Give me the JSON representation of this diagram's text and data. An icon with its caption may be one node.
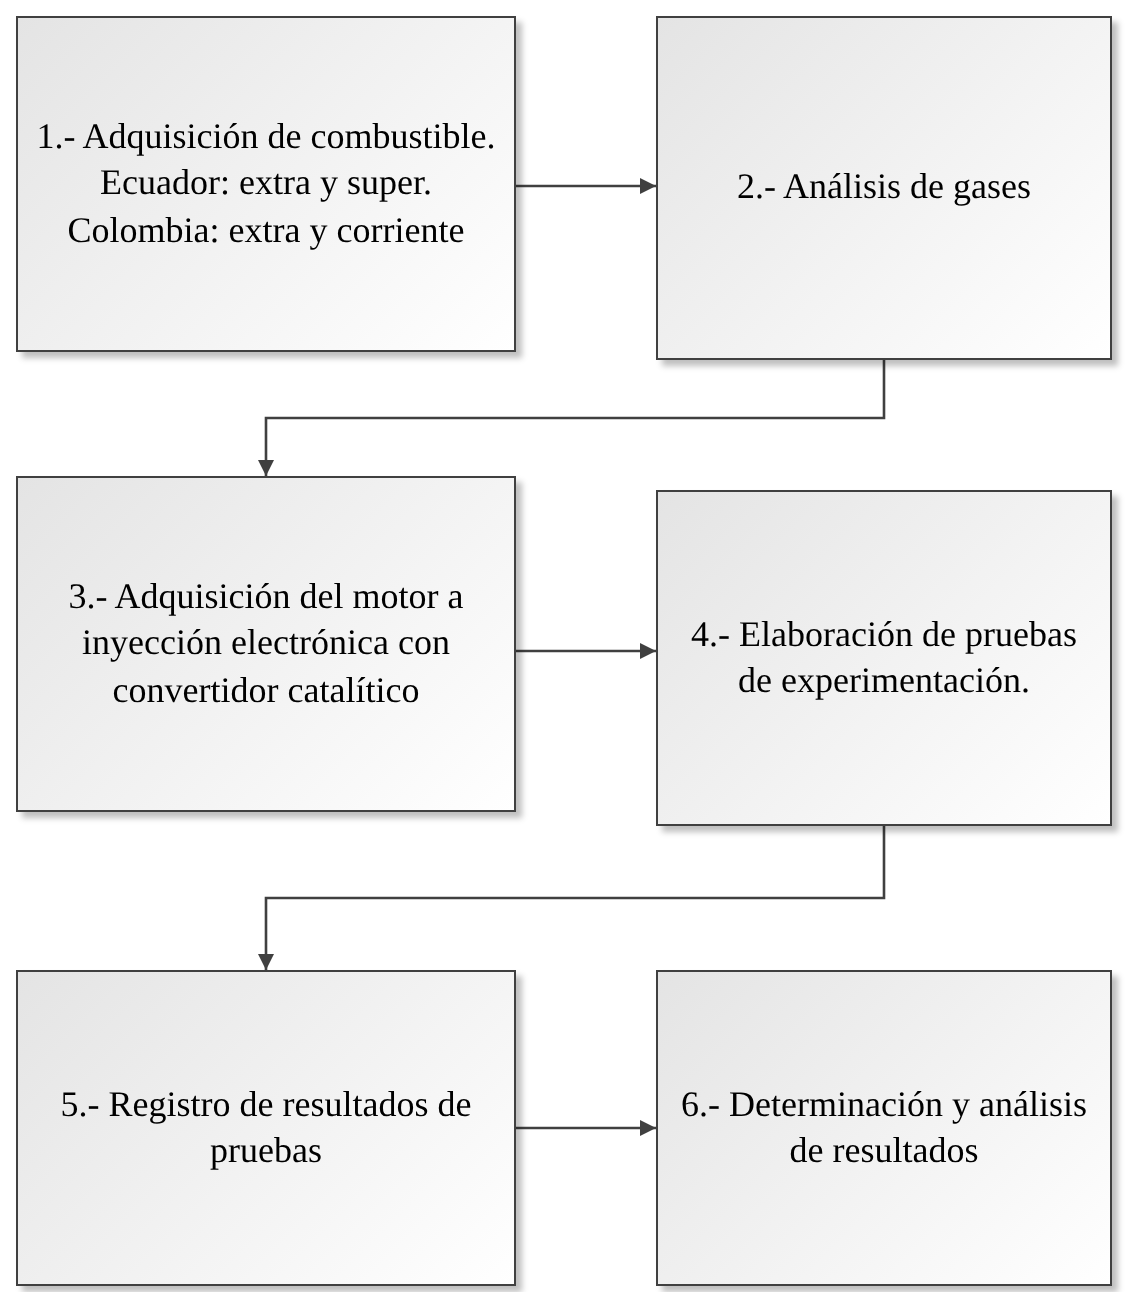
{
  "diagram": {
    "nodes": [
      {
        "text": [
          "1.- Adquisición de combustible. Ecuador: extra y super. Colombia: extra y corriente"
        ]
      },
      {
        "text": [
          "2.- Análisis de gases"
        ]
      },
      {
        "text": [
          "3.- Adquisición del motor a inyección electrónica con convertidor catalítico"
        ]
      },
      {
        "text": [
          "4.- Elaboración de pruebas de experimentación."
        ]
      },
      {
        "text": [
          "5.- Registro de resultados de pruebas"
        ]
      },
      {
        "text": [
          "6.- Determinación y análisis de resultados"
        ]
      }
    ],
    "edges": [
      {
        "from": 0,
        "to": 1,
        "arrow": "to"
      },
      {
        "from": 1,
        "to": 2,
        "arrow": "to"
      },
      {
        "from": 2,
        "to": 3,
        "arrow": "to"
      },
      {
        "from": 3,
        "to": 4,
        "arrow": "to"
      },
      {
        "from": 4,
        "to": 5,
        "arrow": "to"
      }
    ]
  }
}
